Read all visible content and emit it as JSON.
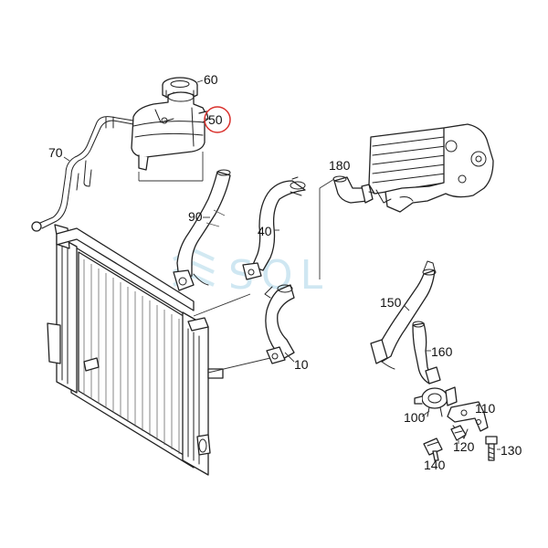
{
  "callouts": {
    "c60": "60",
    "c50": "50",
    "c70": "70",
    "c180": "180",
    "c90": "90",
    "c40": "40",
    "c150": "150",
    "c160": "160",
    "c10": "10",
    "c110": "110",
    "c100": "100",
    "c120": "120",
    "c130": "130",
    "c140": "140"
  },
  "highlighted_part": "50",
  "highlight_color": "#d9302c",
  "watermark": {
    "text": "SOL",
    "logo": "sol-logo-icon",
    "color": "#bfe0ee"
  }
}
